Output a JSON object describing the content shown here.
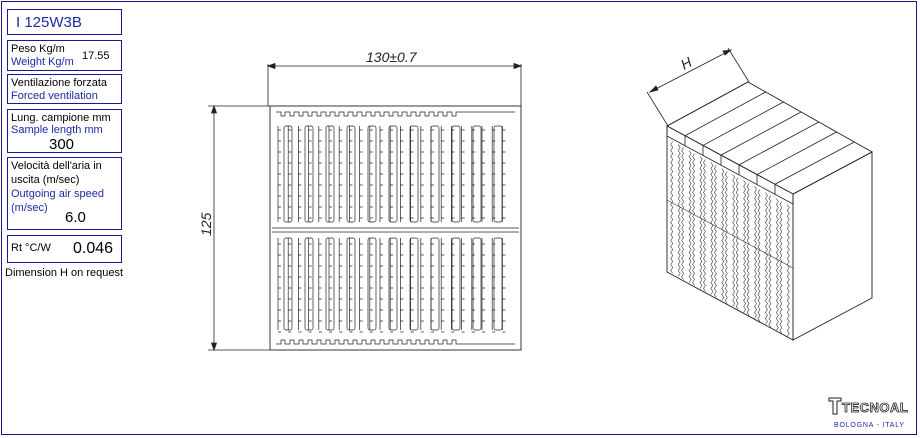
{
  "product": {
    "code": "I 125W3B"
  },
  "specs": {
    "weight": {
      "label_it": "Peso Kg/m",
      "label_en": "Weight Kg/m",
      "value": "17.55"
    },
    "ventilation": {
      "label_it": "Ventilazione forzata",
      "label_en": "Forced ventilation"
    },
    "sample_length": {
      "label_it": "Lung. campione mm",
      "label_en": "Sample length mm",
      "value": "300"
    },
    "air_speed": {
      "label_it_1": "Velocità dell'aria in",
      "label_it_2": "uscita (m/sec)",
      "label_en_1": "Outgoing air speed",
      "label_en_2": "(m/sec)",
      "value": "6.0"
    },
    "thermal_resistance": {
      "label": "Rt °C/W",
      "value": "0.046"
    }
  },
  "note": "Dimension H on request",
  "drawing": {
    "width_dimension": "130±0.7",
    "height_dimension": "125",
    "depth_dimension": "H"
  },
  "brand": {
    "name": "TECNOAL",
    "location": "BOLOGNA - ITALY"
  },
  "colors": {
    "border": "#1a1a99",
    "english_text": "#1a2aa8",
    "line": "#222222"
  }
}
